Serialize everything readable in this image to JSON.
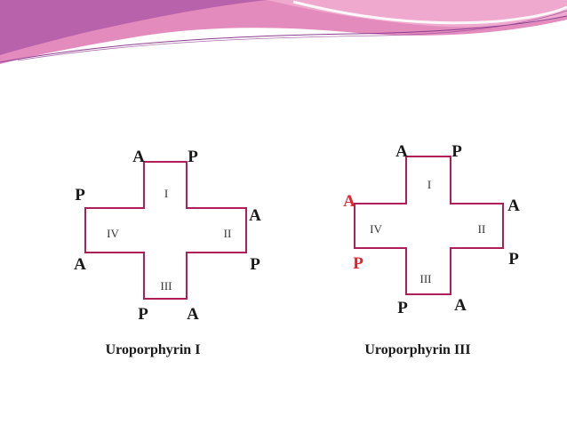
{
  "colors": {
    "cross_stroke": "#b01e5a",
    "label": "#1a1a1a",
    "highlight": "#e8202a",
    "banner_pink": "#e06aa8",
    "banner_purple": "#a04a9e"
  },
  "diagrams": [
    {
      "caption": "Uroporphyrin I",
      "rings": [
        "I",
        "II",
        "III",
        "IV"
      ],
      "labels": {
        "top_left": "A",
        "top_right": "P",
        "right_top": "A",
        "right_bottom": "P",
        "bottom_right": "A",
        "bottom_left": "P",
        "left_bottom": "A",
        "left_top": "P"
      }
    },
    {
      "caption": "Uroporphyrin III",
      "rings": [
        "I",
        "II",
        "III",
        "IV"
      ],
      "labels": {
        "top_left": "A",
        "top_right": "P",
        "right_top": "A",
        "right_bottom": "P",
        "bottom_right": "A",
        "bottom_left": "P",
        "left_bottom": "P",
        "left_top": "A"
      },
      "highlighted": [
        "left_top",
        "left_bottom"
      ]
    }
  ]
}
